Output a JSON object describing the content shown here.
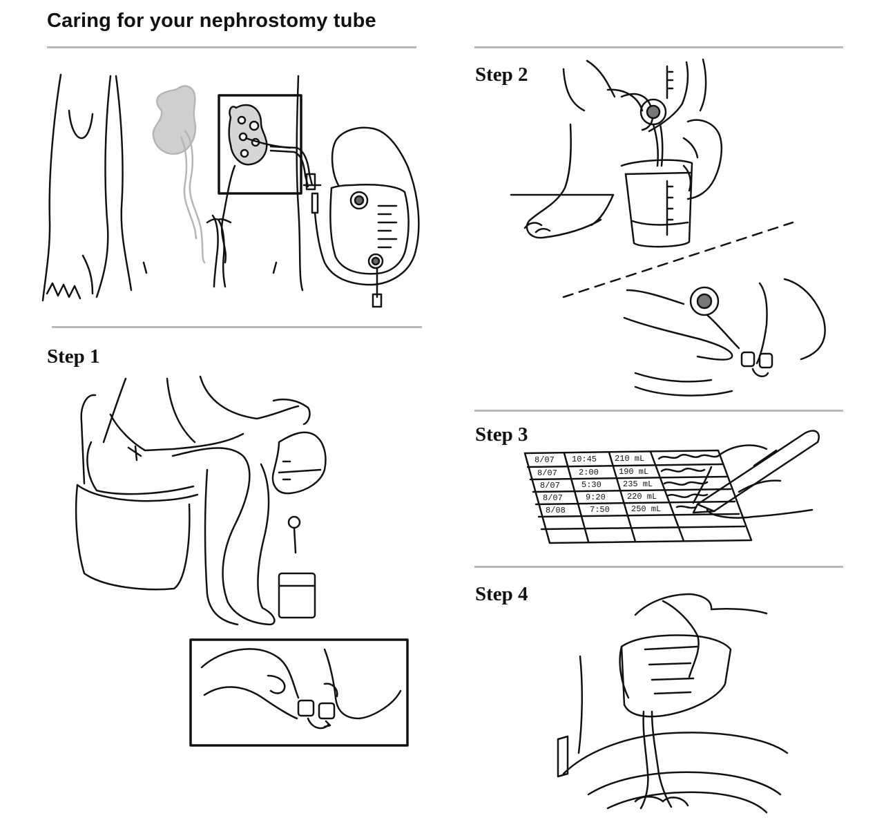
{
  "page": {
    "title": "Caring for your nephrostomy tube"
  },
  "steps": [
    {
      "label": "Step 1"
    },
    {
      "label": "Step 2"
    },
    {
      "label": "Step 3"
    },
    {
      "label": "Step 4"
    }
  ],
  "log_table": {
    "rows": [
      {
        "date": "8/07",
        "time": "10:45",
        "volume": "210 mL"
      },
      {
        "date": "8/07",
        "time": "2:00",
        "volume": "190 mL"
      },
      {
        "date": "8/07",
        "time": "5:30",
        "volume": "235 mL"
      },
      {
        "date": "8/07",
        "time": "9:20",
        "volume": "220 mL"
      },
      {
        "date": "8/08",
        "time": "7:50",
        "volume": "250 mL"
      }
    ]
  },
  "colors": {
    "line_art": "#111111",
    "rule": "#b9b9b9",
    "kidney_fill": "#cfcfcf"
  }
}
